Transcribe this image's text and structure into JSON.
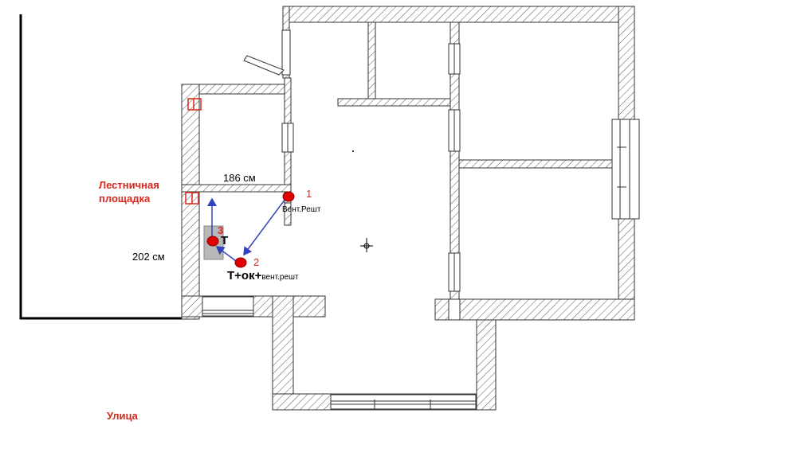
{
  "labels": {
    "stairwell_line1": "Лестничная",
    "stairwell_line2": "площадка",
    "street": "Улица",
    "dim_width": "186 см",
    "dim_height": "202 см"
  },
  "points": [
    {
      "number": "1",
      "caption": "Вент.Решт"
    },
    {
      "number": "2",
      "caption_bold": "Т+ок+",
      "caption_small": "вент.решт"
    },
    {
      "number": "3",
      "caption": "Т"
    }
  ],
  "colors": {
    "wall_hatch": "#555555",
    "point_fill": "#e00000",
    "arrow": "#3344bb",
    "label_red": "#d9261c",
    "boiler_fill": "#b8b8b8"
  }
}
